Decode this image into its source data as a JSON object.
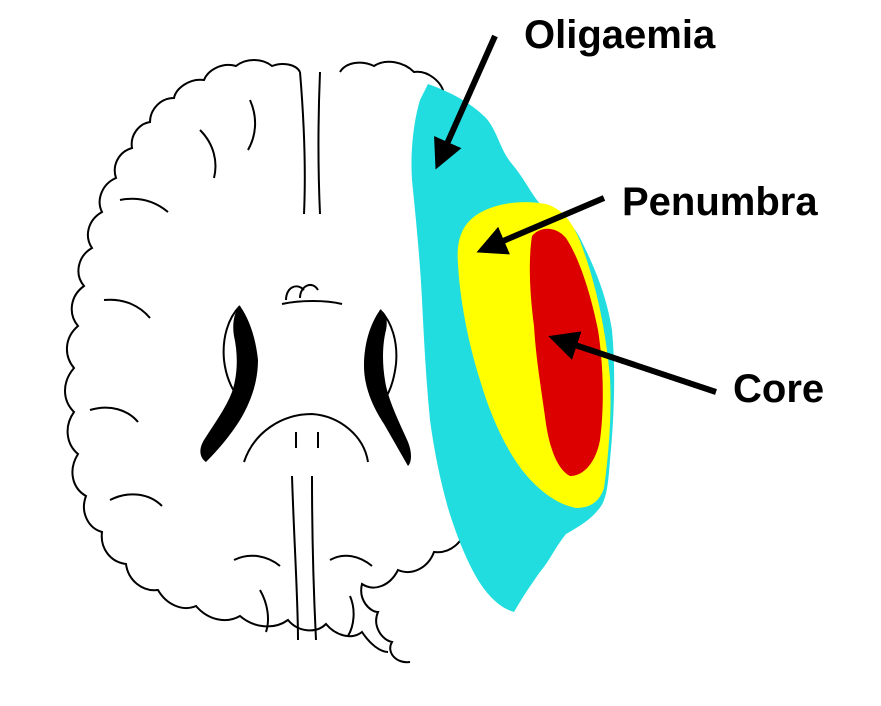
{
  "labels": {
    "oligaemia": "Oligaemia",
    "penumbra": "Penumbra",
    "core": "Core"
  },
  "colors": {
    "oligaemia": "#22dde0",
    "penumbra": "#ffff00",
    "core": "#dd0000",
    "outline": "#000000",
    "background": "#ffffff"
  }
}
